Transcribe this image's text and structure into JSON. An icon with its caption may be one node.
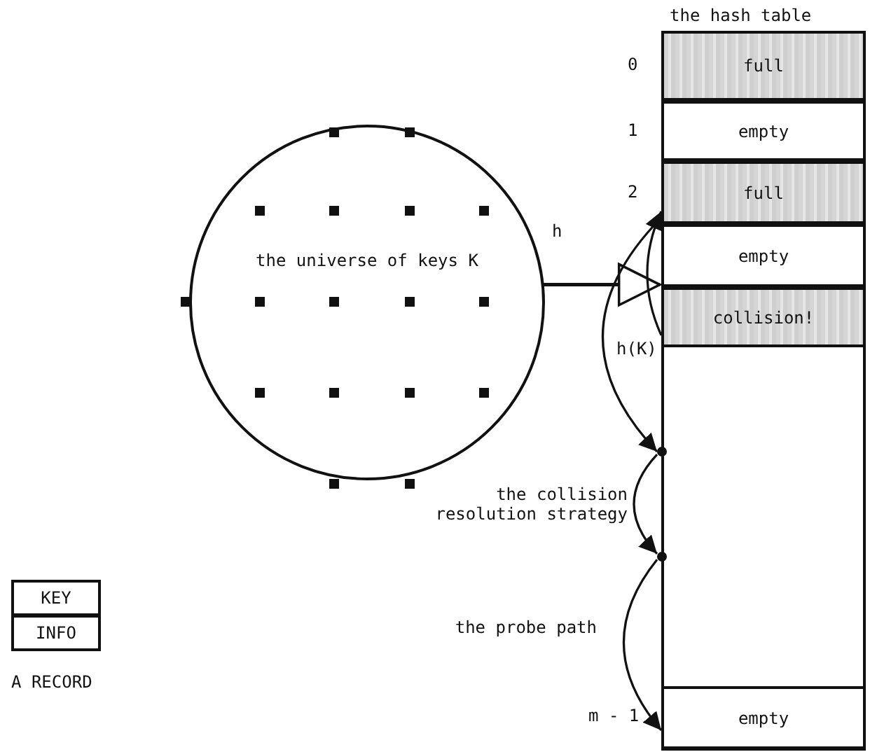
{
  "diagram": {
    "nodes": [
      {
        "text": [
          "the universe of keys K"
        ]
      },
      {
        "text": [
          "the hash table"
        ]
      },
      {
        "text": [
          "full"
        ],
        "in": 1,
        "beside": [
          "0"
        ]
      },
      {
        "text": [
          "empty"
        ],
        "in": 1,
        "beside": [
          "1"
        ]
      },
      {
        "text": [
          "full"
        ],
        "in": 1,
        "beside": [
          "2"
        ]
      },
      {
        "text": [
          "empty"
        ],
        "in": 1
      },
      {
        "text": [
          "collision!"
        ],
        "in": 1,
        "beside": [
          "h(K)"
        ]
      },
      {
        "text": [],
        "shape": "point",
        "in": 1
      },
      {
        "text": [],
        "shape": "point",
        "in": 1
      },
      {
        "text": [
          "empty"
        ],
        "in": 1,
        "beside": [
          "m - 1"
        ]
      },
      {
        "text": [
          "KEY",
          "INFO"
        ],
        "beside": [
          "A RECORD"
        ]
      }
    ],
    "edges": [
      {
        "from": 0,
        "to": 1,
        "arrow": "to",
        "label": "h"
      },
      {
        "from": 6,
        "to": 4,
        "arrow": "to"
      },
      {
        "from": 4,
        "to": 7,
        "arrow": "to"
      },
      {
        "from": 7,
        "to": 8,
        "arrow": "to",
        "label": "the collision resolution strategy"
      },
      {
        "from": 8,
        "to": 9,
        "arrow": "to",
        "label": "the probe path"
      }
    ]
  }
}
